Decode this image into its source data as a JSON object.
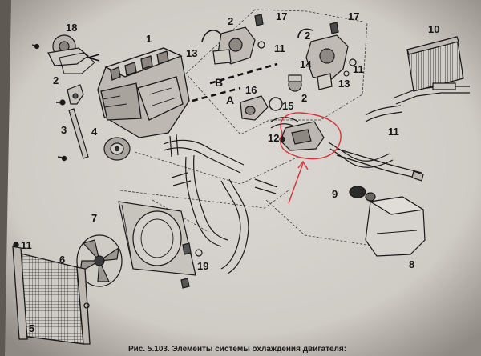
{
  "diagram": {
    "caption": "Рис. 5.103. Элементы системы охлаждения двигателя:",
    "labels": {
      "p1": "1",
      "p2a": "2",
      "p2b": "2",
      "p2c": "2",
      "p2d": "2",
      "p3": "3",
      "p4": "4",
      "p5": "5",
      "p6": "6",
      "p7": "7",
      "p8": "8",
      "p9": "9",
      "p10": "10",
      "p11a": "11",
      "p11b": "11",
      "p11c": "11",
      "p11d": "11",
      "p12": "12",
      "p13a": "13",
      "p13b": "13",
      "p14": "14",
      "p15": "15",
      "p16": "16",
      "p17a": "17",
      "p17b": "17",
      "p18": "18",
      "p19": "19",
      "view_a": "А",
      "view_b": "В"
    }
  },
  "colors": {
    "paper": "#d9d6d1",
    "ink": "#1a1a1a",
    "annotation": "#d8323a"
  }
}
